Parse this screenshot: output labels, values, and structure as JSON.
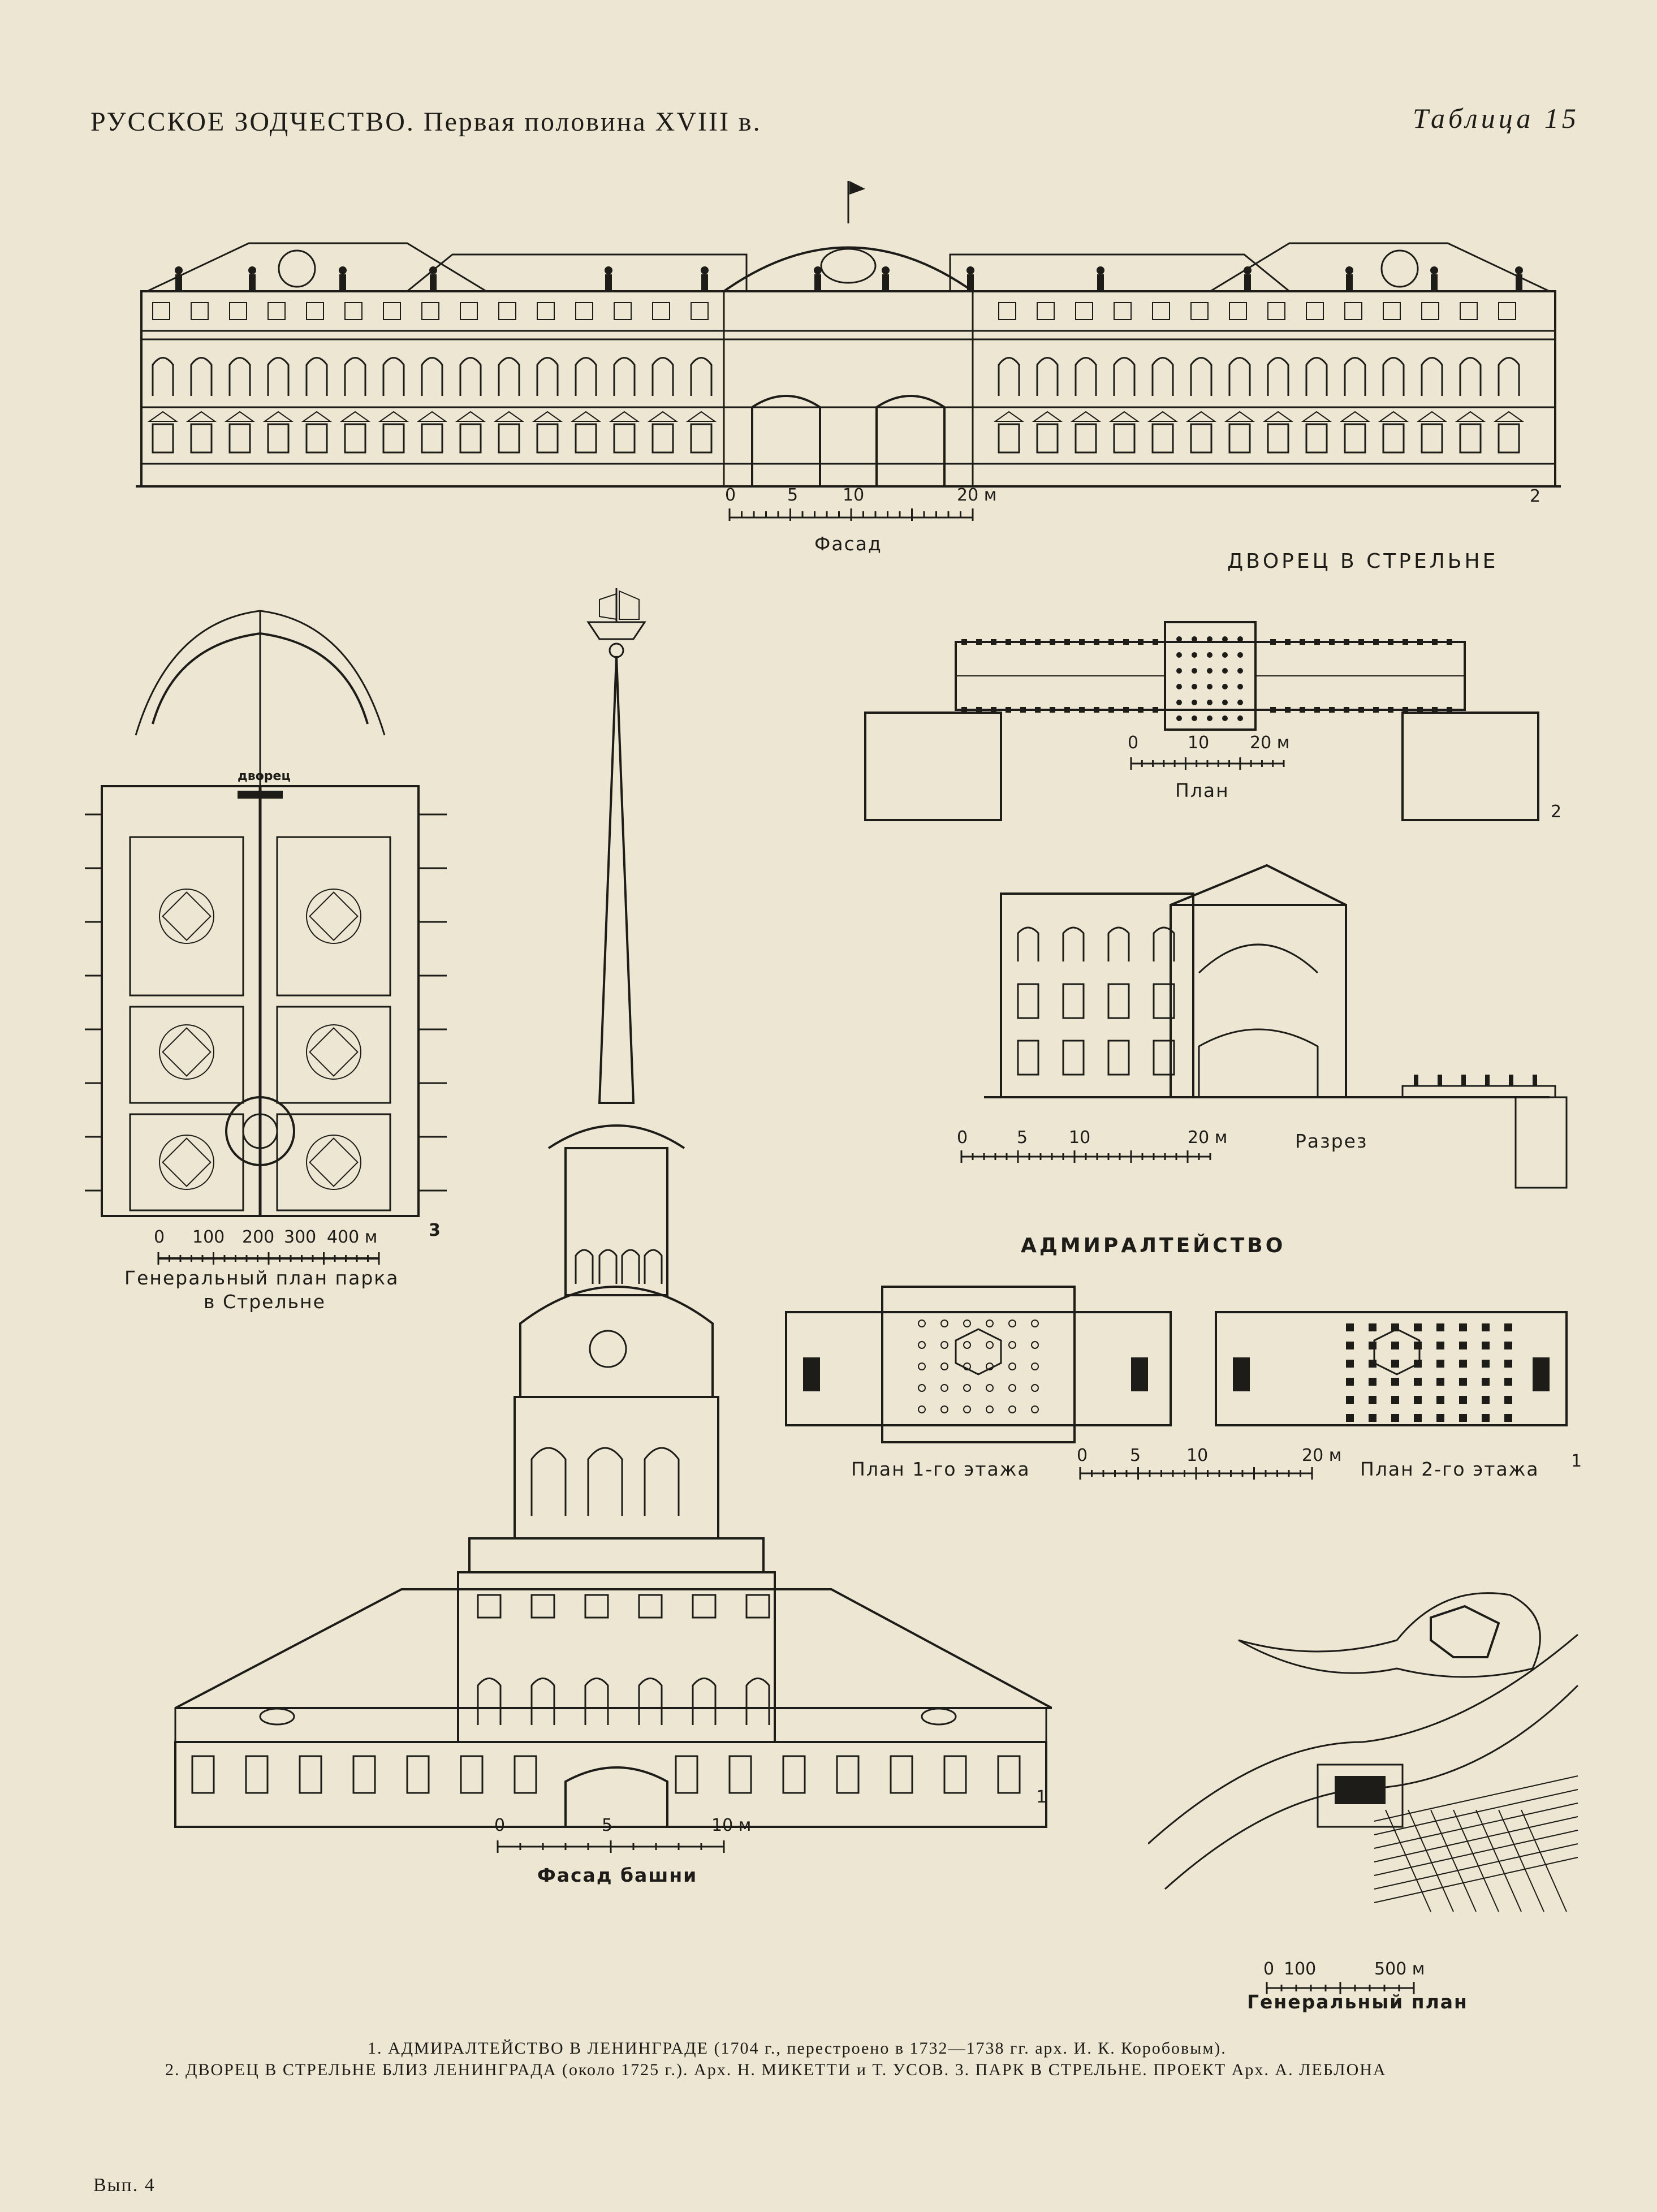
{
  "header": {
    "left": "РУССКОЕ ЗОДЧЕСТВО. Первая половина XVIII в.",
    "right": "Таблица 15"
  },
  "strelna_palace": {
    "title": "ДВОРЕЦ В СТРЕЛЬНЕ",
    "facade_label": "Фасад",
    "facade_scale": [
      "0",
      "5",
      "10",
      "20 м"
    ],
    "facade_number": "2",
    "plan_label": "План",
    "plan_scale": [
      "0",
      "10",
      "20 м"
    ],
    "plan_number": "2",
    "section_label": "Разрез",
    "section_scale": [
      "0",
      "5",
      "10",
      "20 м"
    ]
  },
  "park_plan": {
    "palace_label": "дворец",
    "scale": [
      "0",
      "100",
      "200",
      "300",
      "400 м"
    ],
    "number": "3",
    "caption_line1": "Генеральный план парка",
    "caption_line2": "в Стрельне"
  },
  "admiralty": {
    "title": "АДМИРАЛТЕЙСТВО",
    "plan1_label": "План 1-го этажа",
    "plan2_label": "План 2-го этажа",
    "plan_scale": [
      "0",
      "5",
      "10",
      "20 м"
    ],
    "plan_number": "1",
    "tower_label": "Фасад башни",
    "tower_scale": [
      "0",
      "5",
      "10 м"
    ],
    "tower_number": "1"
  },
  "general_plan": {
    "label": "Генеральный план",
    "scale": [
      "0",
      "100",
      "500 м"
    ]
  },
  "captions": {
    "line1": "1. АДМИРАЛТЕЙСТВО В ЛЕНИНГРАДЕ (1704 г., перестроено в 1732—1738 гг. арх. И. К. Коробовым).",
    "line2": "2. ДВОРЕЦ В СТРЕЛЬНЕ БЛИЗ ЛЕНИНГРАДА (около 1725 г.). Арх. Н. МИКЕТТИ и Т. УСОВ. 3. ПАРК В СТРЕЛЬНЕ. ПРОЕКТ Арх. А. ЛЕБЛОНА"
  },
  "footer": {
    "issue": "Вып. 4"
  }
}
